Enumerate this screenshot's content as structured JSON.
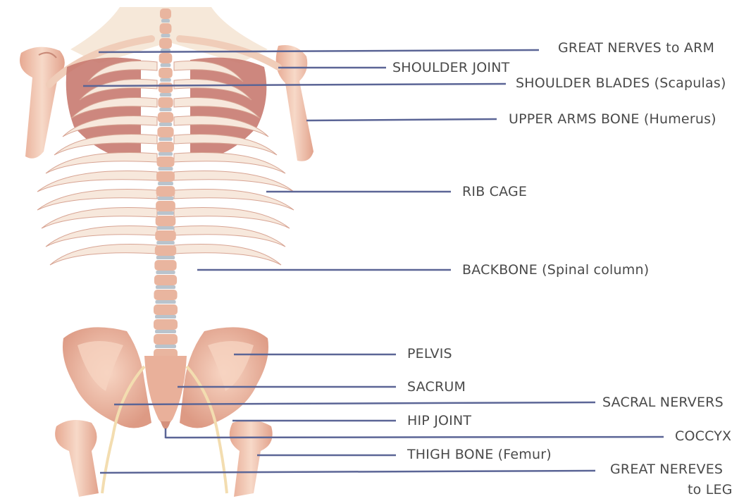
{
  "labels": {
    "great_nerves_arm": "GREAT NERVES to ARM",
    "shoulder_joint": "SHOULDER JOINT",
    "shoulder_blades": "SHOULDER BLADES (Scapulas)",
    "upper_arm_bone": "UPPER ARMS BONE (Humerus)",
    "rib_cage": "RIB CAGE",
    "backbone": "BACKBONE (Spinal column)",
    "pelvis": "PELVIS",
    "sacrum": "SACRUM",
    "sacral_nerves": "SACRAL NERVERS",
    "hip_joint": "HIP JOINT",
    "coccyx": "COCCYX",
    "thigh_bone": "THIGH BONE (Femur)",
    "great_nerves_leg_1": "GREAT NEREVES",
    "great_nerves_leg_2": "to LEG"
  },
  "colors": {
    "leader_line": "#5b6596",
    "bone": "#f2c8b4",
    "bone_shadow": "#d9998a",
    "muscle": "#c97c72",
    "nerve": "#f3ddb0",
    "spine_disc": "#b9c3cc",
    "label_text": "#4a4a4a"
  }
}
